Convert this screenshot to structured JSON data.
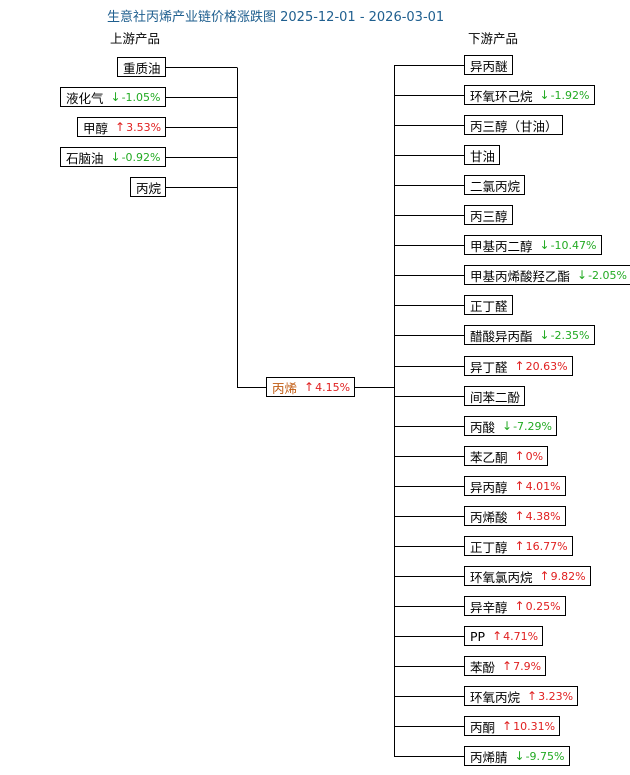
{
  "title": "生意社丙烯产业链价格涨跌图 2025-12-01 - 2026-03-01",
  "upstream_label": "上游产品",
  "downstream_label": "下游产品",
  "colors": {
    "up": "#e02020",
    "down": "#22aa22",
    "title": "#1f5f8f",
    "center": "#c05a10"
  },
  "center": {
    "name": "丙烯",
    "direction": "up",
    "change": "4.15%"
  },
  "upstream": [
    {
      "name": "重质油",
      "direction": "",
      "change": ""
    },
    {
      "name": "液化气",
      "direction": "down",
      "change": "-1.05%"
    },
    {
      "name": "甲醇",
      "direction": "up",
      "change": "3.53%"
    },
    {
      "name": "石脑油",
      "direction": "down",
      "change": "-0.92%"
    },
    {
      "name": "丙烷",
      "direction": "",
      "change": ""
    }
  ],
  "downstream": [
    {
      "name": "异丙醚",
      "direction": "",
      "change": ""
    },
    {
      "name": "环氧环己烷",
      "direction": "down",
      "change": "-1.92%"
    },
    {
      "name": "丙三醇（甘油）",
      "direction": "",
      "change": ""
    },
    {
      "name": "甘油",
      "direction": "",
      "change": ""
    },
    {
      "name": "二氯丙烷",
      "direction": "",
      "change": ""
    },
    {
      "name": "丙三醇",
      "direction": "",
      "change": ""
    },
    {
      "name": "甲基丙二醇",
      "direction": "down",
      "change": "-10.47%"
    },
    {
      "name": "甲基丙烯酸羟乙酯",
      "direction": "down",
      "change": "-2.05%"
    },
    {
      "name": "正丁醛",
      "direction": "",
      "change": ""
    },
    {
      "name": "醋酸异丙酯",
      "direction": "down",
      "change": "-2.35%"
    },
    {
      "name": "异丁醛",
      "direction": "up",
      "change": "20.63%"
    },
    {
      "name": "间苯二酚",
      "direction": "",
      "change": ""
    },
    {
      "name": "丙酸",
      "direction": "down",
      "change": "-7.29%"
    },
    {
      "name": "苯乙酮",
      "direction": "up",
      "change": "0%"
    },
    {
      "name": "异丙醇",
      "direction": "up",
      "change": "4.01%"
    },
    {
      "name": "丙烯酸",
      "direction": "up",
      "change": "4.38%"
    },
    {
      "name": "正丁醇",
      "direction": "up",
      "change": "16.77%"
    },
    {
      "name": "环氧氯丙烷",
      "direction": "up",
      "change": "9.82%"
    },
    {
      "name": "异辛醇",
      "direction": "up",
      "change": "0.25%"
    },
    {
      "name": "PP",
      "direction": "up",
      "change": "4.71%"
    },
    {
      "name": "苯酚",
      "direction": "up",
      "change": "7.9%"
    },
    {
      "name": "环氧丙烷",
      "direction": "up",
      "change": "3.23%"
    },
    {
      "name": "丙酮",
      "direction": "up",
      "change": "10.31%"
    },
    {
      "name": "丙烯腈",
      "direction": "down",
      "change": "-9.75%"
    }
  ]
}
